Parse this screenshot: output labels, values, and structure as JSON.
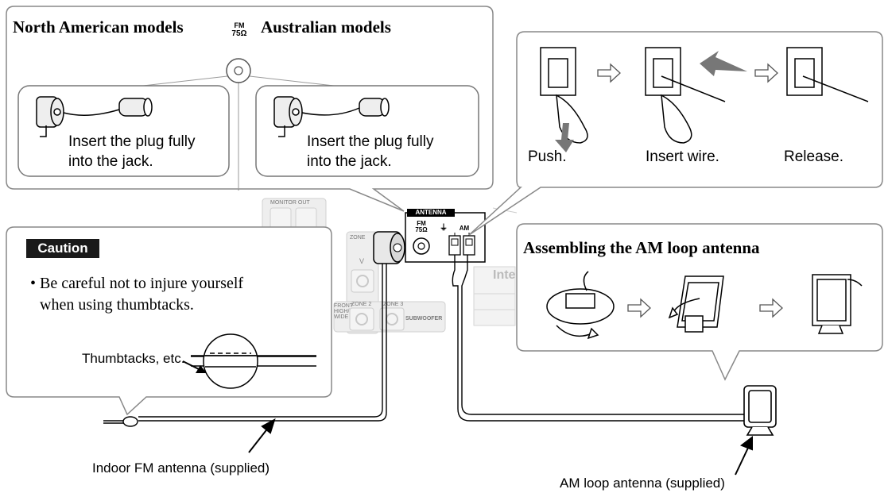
{
  "fm_panel": {
    "title_left": "North American models",
    "title_right": "Australian models",
    "fm_label_top": "FM",
    "fm_label_bottom": "75Ω",
    "left_caption_1": "Insert the plug fully",
    "left_caption_2": "into the jack.",
    "right_caption_1": "Insert the plug fully",
    "right_caption_2": "into the jack."
  },
  "steps_panel": {
    "step1": "Push.",
    "step2": "Insert wire.",
    "step3": "Release."
  },
  "caution_panel": {
    "badge": "Caution",
    "bullet": "•",
    "line1": "Be careful not to injure yourself",
    "line2": "when using thumbtacks.",
    "thumbtacks_label": "Thumbtacks, etc."
  },
  "am_panel": {
    "title": "Assembling the AM loop antenna"
  },
  "receiver": {
    "antenna_label": "ANTENNA",
    "fm_label_top": "FM",
    "fm_label_bottom": "75Ω",
    "am_label": "AM",
    "ground_symbol": "⏚",
    "monitor_out": "MONITOR OUT",
    "zone": "ZONE",
    "v_label": "V",
    "zone2": "ZONE 2",
    "zone3": "ZONE 3",
    "subwoofer": "SUBWOOFER",
    "front_high": "FRONT HIGH/ WIDE",
    "inte_text": "Inte"
  },
  "labels": {
    "fm_antenna": "Indoor FM antenna (supplied)",
    "am_antenna": "AM loop antenna (supplied)"
  }
}
